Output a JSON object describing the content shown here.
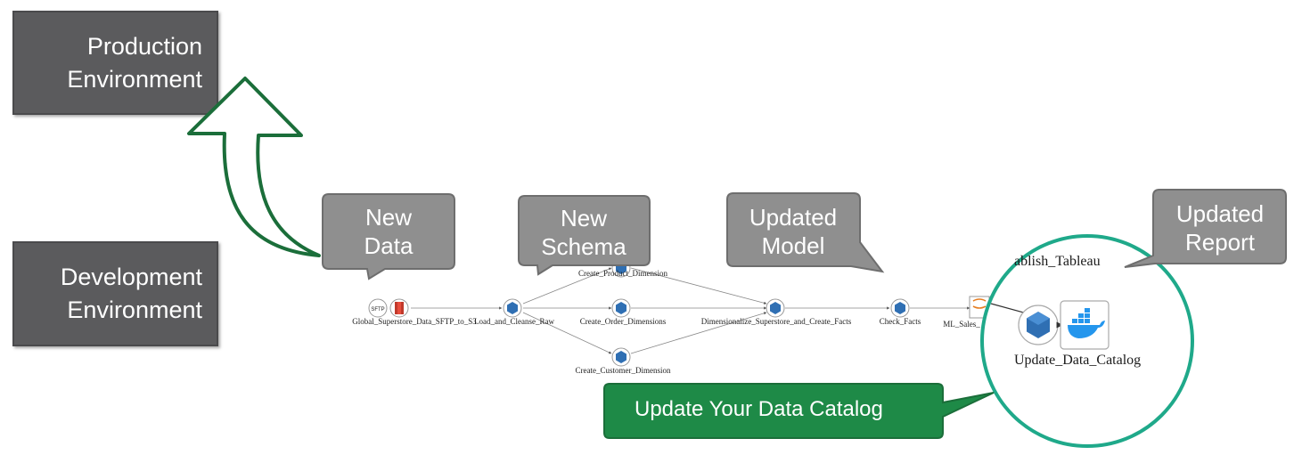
{
  "environments": {
    "production": {
      "line1": "Production",
      "line2": "Environment"
    },
    "development": {
      "line1": "Development",
      "line2": "Environment"
    }
  },
  "callouts": {
    "new_data": {
      "line1": "New",
      "line2": "Data"
    },
    "new_schema": {
      "line1": "New",
      "line2": "Schema"
    },
    "updated_model": {
      "line1": "Updated",
      "line2": "Model"
    },
    "updated_report": {
      "line1": "Updated",
      "line2": "Report"
    }
  },
  "catalog_button": {
    "label": "Update Your Data Catalog"
  },
  "pipeline": {
    "sftp_badge": "SFTP",
    "nodes": {
      "sftp_to_s3": "Global_Superstore_Data_SFTP_to_S3",
      "load_cleanse": "Load_and_Cleanse_Raw",
      "product_dim": "Create_Product_Dimension",
      "order_dims": "Create_Order_Dimensions",
      "customer_dim": "Create_Customer_Dimension",
      "dimensionalize": "Dimensionalize_Superstore_and_Create_Facts",
      "check_facts": "Check_Facts",
      "ml_sales": "ML_Sales_"
    }
  },
  "zoom": {
    "tableau_label": "ablish_Tableau",
    "catalog_label": "Update_Data_Catalog"
  },
  "colors": {
    "env_box": "#5b5b5d",
    "callout": "#8f8f8f",
    "arrow_green": "#1b6e3a",
    "catalog_green": "#1e8a47",
    "zoom_ring": "#1fa98a",
    "node_blue": "#2f6fb3"
  }
}
